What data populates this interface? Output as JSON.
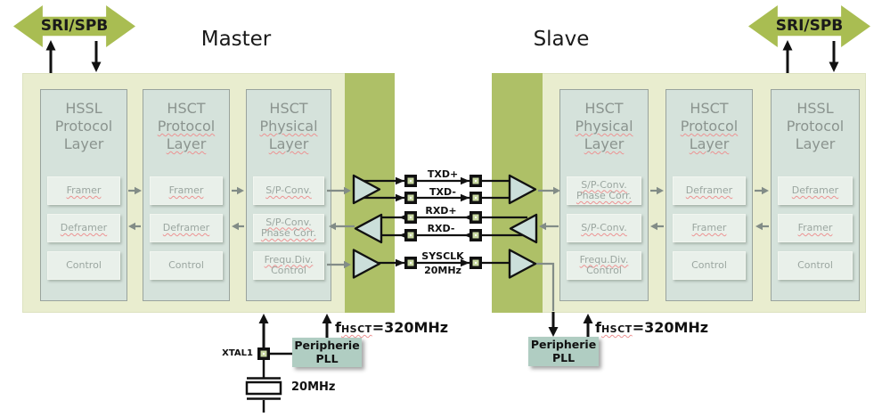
{
  "buses": {
    "left_label": "SRI/SPB",
    "right_label": "SRI/SPB"
  },
  "titles": {
    "master": "Master",
    "slave": "Slave"
  },
  "master": {
    "columns": [
      {
        "title_lines": [
          "HSSL",
          "Protocol",
          "Layer"
        ],
        "boxes": [
          [
            "Framer"
          ],
          [
            "Deframer"
          ],
          [
            "Control"
          ]
        ]
      },
      {
        "title_lines": [
          "HSCT",
          "Protocol",
          "Layer"
        ],
        "boxes": [
          [
            "Framer"
          ],
          [
            "Deframer"
          ],
          [
            "Control"
          ]
        ]
      },
      {
        "title_lines": [
          "HSCT",
          "Physical",
          "Layer"
        ],
        "boxes": [
          [
            "S/P-Conv."
          ],
          [
            "S/P-Conv.",
            "Phase Corr."
          ],
          [
            "Frequ.Div.",
            "Control"
          ]
        ]
      }
    ]
  },
  "slave": {
    "columns": [
      {
        "title_lines": [
          "HSCT",
          "Physical",
          "Layer"
        ],
        "boxes": [
          [
            "S/P-Conv.",
            "Phase Corr."
          ],
          [
            "S/P-Conv."
          ],
          [
            "Frequ.Div.",
            "Control"
          ]
        ]
      },
      {
        "title_lines": [
          "HSCT",
          "Protocol",
          "Layer"
        ],
        "boxes": [
          [
            "Deframer"
          ],
          [
            "Framer"
          ],
          [
            "Control"
          ]
        ]
      },
      {
        "title_lines": [
          "HSSL",
          "Protocol",
          "Layer"
        ],
        "boxes": [
          [
            "Deframer"
          ],
          [
            "Framer"
          ],
          [
            "Control"
          ]
        ]
      }
    ]
  },
  "signals": {
    "txd_plus": "TXD+",
    "txd_minus": "TXD-",
    "rxd_plus": "RXD+",
    "rxd_minus": "RXD-",
    "sysclk": "SYSCLK",
    "sysclk_freq": "20MHz"
  },
  "clock": {
    "xtal_label": "XTAL1",
    "crystal_freq": "20MHz",
    "pll_label": "Peripherie PLL",
    "fhsct_prefix": "f",
    "fhsct_sub": "HSCT",
    "fhsct_value": "=320MHz"
  },
  "colors": {
    "bus-green": "#a9bd52",
    "band-green": "#aec067",
    "panel-green": "#e9edcf",
    "column-green": "#d5e2db",
    "subbox-green": "#e9f0ea",
    "triangle-fill": "#cbdfda",
    "pll-teal": "#b0cdc2",
    "gray-arrow": "#828c87",
    "squiggle-red": "#ec9393",
    "label-gray": "#8b948f",
    "sublabel-gray": "#9ba6a0"
  }
}
